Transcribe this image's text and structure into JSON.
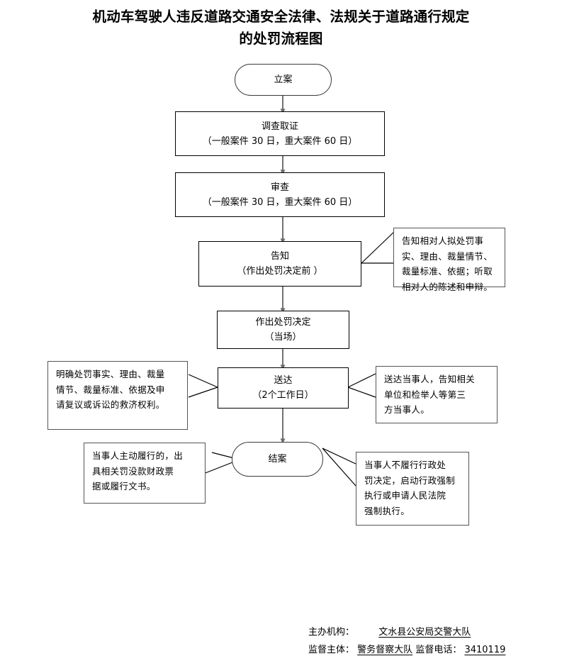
{
  "title": {
    "line1": "机动车驾驶人违反道路交通安全法律、法规关于道路通行规定",
    "line2": "的处罚流程图"
  },
  "flowchart": {
    "type": "flowchart",
    "orientation": "top-to-bottom",
    "nodes": [
      {
        "id": "liAn",
        "shape": "stadium",
        "lines": [
          "立案"
        ]
      },
      {
        "id": "diaoChaQuZheng",
        "shape": "rect",
        "lines": [
          "调查取证",
          "（一般案件 30 日，重大案件 60 日）"
        ]
      },
      {
        "id": "shenCha",
        "shape": "rect",
        "lines": [
          "审查",
          "（一般案件 30 日，重大案件 60 日）"
        ]
      },
      {
        "id": "gaoZhi",
        "shape": "rect",
        "lines": [
          "告知",
          "（作出处罚决定前 ）"
        ]
      },
      {
        "id": "zuoChuChuFaJueDing",
        "shape": "rect",
        "lines": [
          "作出处罚决定",
          "（当场）"
        ]
      },
      {
        "id": "songDa",
        "shape": "rect",
        "lines": [
          "送达",
          "（2个工作日）"
        ]
      },
      {
        "id": "jieAn",
        "shape": "stadium",
        "lines": [
          "结案"
        ]
      }
    ],
    "annotations": [
      {
        "id": "gaoZhiNote",
        "attached_to": "gaoZhi",
        "side": "right",
        "lines": [
          "告知相对人拟处罚事",
          "实、理由、裁量情节、",
          "裁量标准、依据；听取",
          "相对人的陈述和申辩。"
        ]
      },
      {
        "id": "songDaNoteLeft",
        "attached_to": "songDa",
        "side": "left",
        "lines": [
          "明确处罚事实、理由、裁量",
          "情节、裁量标准、依据及申",
          "请复议或诉讼的救济权利。"
        ]
      },
      {
        "id": "songDaNoteRight",
        "attached_to": "songDa",
        "side": "right",
        "lines": [
          "送达当事人，告知相关",
          "单位和检举人等第三",
          "方当事人。"
        ]
      },
      {
        "id": "jieAnNoteLeft",
        "attached_to": "jieAn",
        "side": "left",
        "lines": [
          "当事人主动履行的，出",
          "具相关罚没款财政票",
          "据或履行文书。"
        ]
      },
      {
        "id": "jieAnNoteRight",
        "attached_to": "jieAn",
        "side": "right",
        "lines": [
          "当事人不履行行政处",
          "罚决定，启动行政强制",
          "执行或申请人民法院",
          "强制执行。"
        ]
      }
    ],
    "edges": [
      {
        "from": "liAn",
        "to": "diaoChaQuZheng"
      },
      {
        "from": "diaoChaQuZheng",
        "to": "shenCha"
      },
      {
        "from": "shenCha",
        "to": "gaoZhi"
      },
      {
        "from": "gaoZhi",
        "to": "zuoChuChuFaJueDing"
      },
      {
        "from": "zuoChuChuFaJueDing",
        "to": "songDa"
      },
      {
        "from": "songDa",
        "to": "jieAn"
      }
    ]
  },
  "footer": {
    "org_label": "主办机构：",
    "org_value": "文水县公安局交警大队",
    "supervisor_label": "监督主体：",
    "supervisor_value": "警务督察大队",
    "phone_label": "监督电话：",
    "phone_value": "3410119"
  },
  "colors": {
    "ink": "#000000",
    "node_border": "#000000",
    "stadium_border": "#3a3a3a",
    "callout_border": "#555555",
    "arrow": "#6b6b6b",
    "leader": "#000000",
    "background": "#ffffff"
  }
}
